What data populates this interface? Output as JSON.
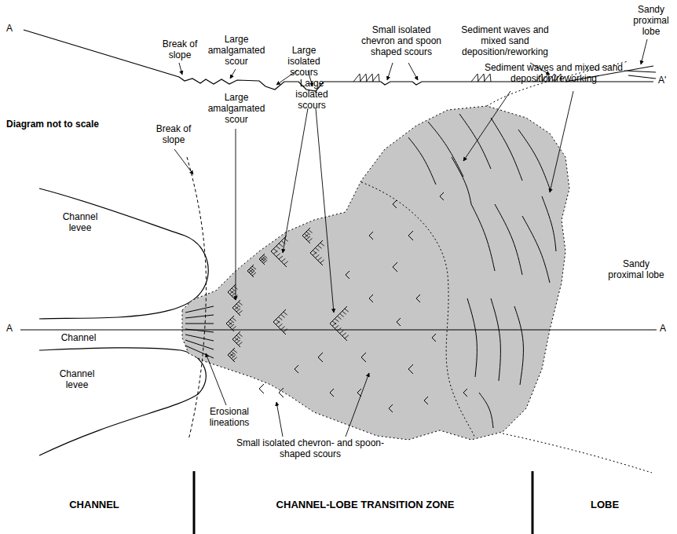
{
  "diagram": {
    "labels": [
      "A",
      "Break of slope",
      "Large amalgamated scour",
      "Large isolated scours",
      "Small isolated chevron and spoon shaped scours",
      "Sediment waves and mixed sand deposition/reworking",
      "Sandy proximal lobe",
      "A'",
      "Diagram not to scale",
      "Large isolated scours",
      "Large amalgamated scour",
      "Break of slope",
      "Sediment waves and mixed sand deposition/reworking",
      "Channel levee",
      "Sandy proximal lobe",
      "A",
      "Channel",
      "A",
      "Channel levee",
      "Erosional lineations",
      "Small isolated chevron- and spoon- shaped scours",
      "CHANNEL",
      "CHANNEL-LOBE TRANSITION ZONE",
      "LOBE"
    ]
  }
}
